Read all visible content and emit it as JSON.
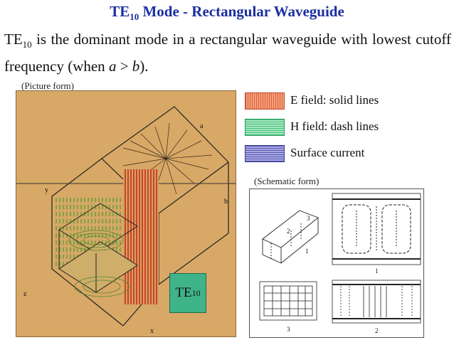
{
  "title": {
    "main": "TE",
    "sub": "10",
    "rest": " Mode - Rectangular Waveguide"
  },
  "intro": {
    "te": "TE",
    "sub": "10",
    "text1": " is the dominant mode in a rectangular waveguide with lowest cutoff frequency (when ",
    "var_a": "a",
    "gt": " > ",
    "var_b": "b",
    "end": ")."
  },
  "picture": {
    "caption": "(Picture form)",
    "badge_main": "TE",
    "badge_sub": "10",
    "axis_labels": {
      "y": "y",
      "z": "z",
      "x": "x",
      "a": "a",
      "b": "b"
    }
  },
  "legend": [
    {
      "label": "E field: solid lines",
      "color": "#e0603a"
    },
    {
      "label": "H field: dash lines",
      "color": "#3fc27a"
    },
    {
      "label": "Surface current",
      "color": "#5a5ab8"
    }
  ],
  "schematic": {
    "caption": "(Schematic form)",
    "numbers": {
      "one": "1",
      "two": "2",
      "three": "3"
    }
  }
}
